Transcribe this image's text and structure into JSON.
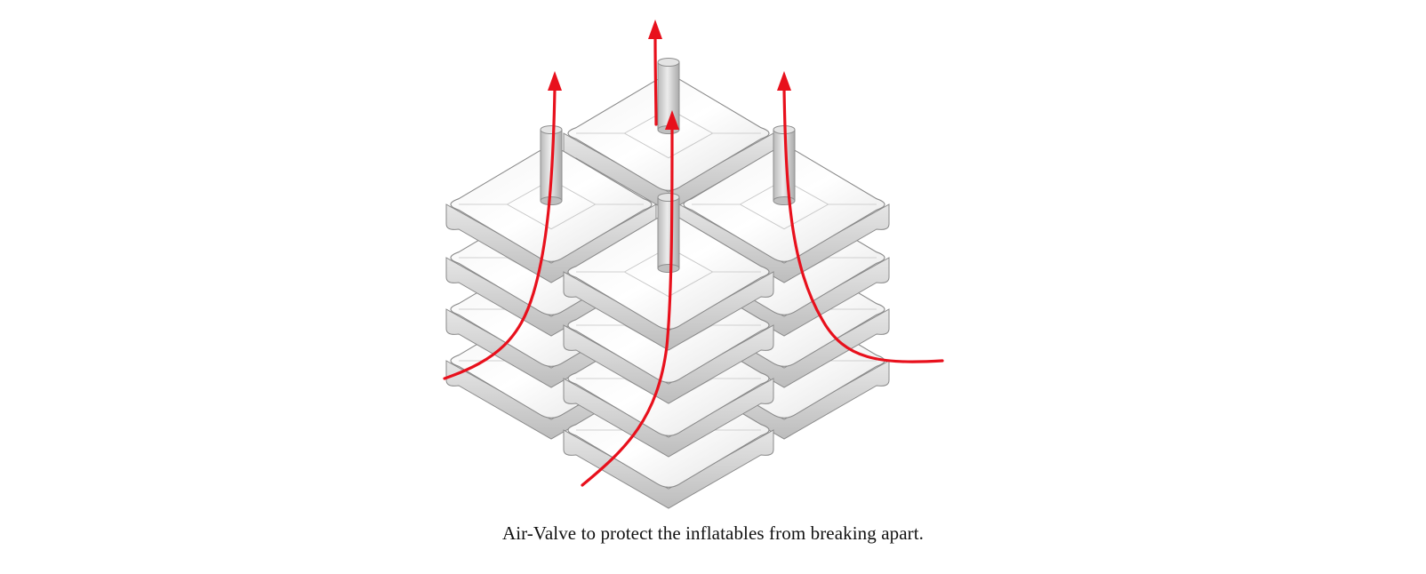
{
  "figure": {
    "caption": "Air-Valve to protect the inflatables from breaking apart.",
    "subject": "stacked-inflatable-modules",
    "stacks": [
      {
        "name": "left",
        "layers": 4,
        "valve": true
      },
      {
        "name": "back",
        "layers": 1,
        "valve": true
      },
      {
        "name": "right",
        "layers": 4,
        "valve": true
      },
      {
        "name": "front",
        "layers": 4,
        "valve": true
      }
    ],
    "airflow_arrows": 4,
    "colors": {
      "arrow": "#e8101c",
      "surface_light": "#f7f7f7",
      "surface_mid": "#dcdcdc",
      "surface_dark": "#c2c2c2",
      "outline": "#8a8a8a",
      "caption": "#111111"
    }
  }
}
